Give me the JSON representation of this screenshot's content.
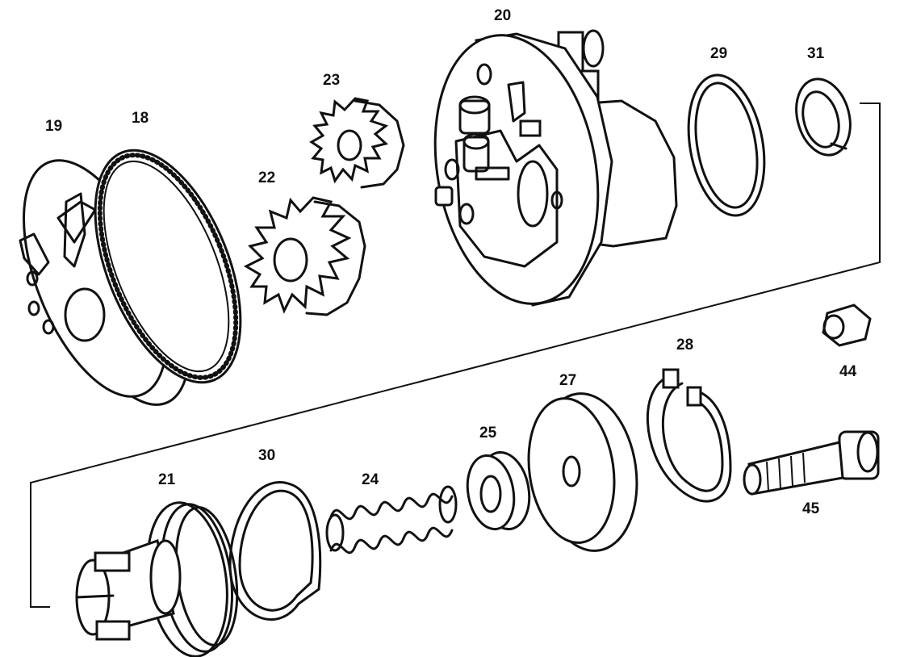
{
  "parts": {
    "p18": "18",
    "p19": "19",
    "p20": "20",
    "p21": "21",
    "p22": "22",
    "p23": "23",
    "p24": "24",
    "p25": "25",
    "p27": "27",
    "p28": "28",
    "p29": "29",
    "p30": "30",
    "p31": "31",
    "p44": "44",
    "p45": "45"
  },
  "colors": {
    "line": "#111111",
    "background": "#ffffff"
  }
}
